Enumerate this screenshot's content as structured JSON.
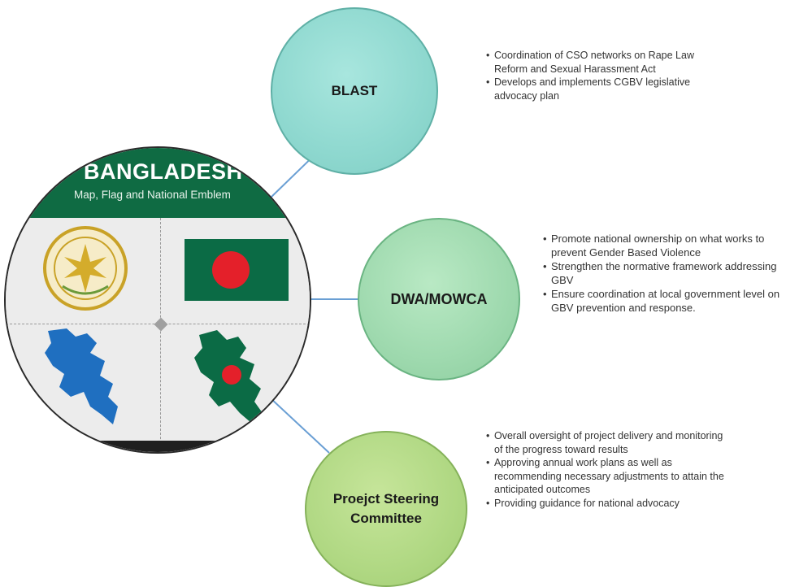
{
  "image_panel": {
    "title": "BANGLADESH",
    "subtitle": "Map, Flag and National Emblem",
    "icons": [
      "national-emblem",
      "flag",
      "blue-map",
      "green-map-with-red-dot"
    ],
    "colors": {
      "header_green": "#0f6b43",
      "flag_red": "#e4202a",
      "map_blue": "#1f6fc0"
    }
  },
  "nodes": [
    {
      "id": "blast",
      "label": "BLAST",
      "color": "#8ed8cf",
      "bullets": [
        "Coordination of CSO networks on Rape Law Reform and Sexual Harassment Act",
        "Develops and implements CGBV legislative advocacy plan"
      ]
    },
    {
      "id": "dwa",
      "label": "DWA/MOWCA",
      "color": "#9ed9ae",
      "bullets": [
        "Promote national ownership on what works to prevent Gender Based Violence",
        "Strengthen the normative framework addressing GBV",
        "Ensure coordination at local government level on GBV prevention and response."
      ]
    },
    {
      "id": "psc",
      "label": "Proejct Steering Committee",
      "color": "#b0d883",
      "bullets": [
        "Overall oversight of project delivery and monitoring of the progress toward results",
        "Approving annual work plans as well as recommending necessary adjustments to attain the anticipated outcomes",
        "Providing guidance for national advocacy"
      ]
    }
  ],
  "connector_color": "#6a9fd4"
}
